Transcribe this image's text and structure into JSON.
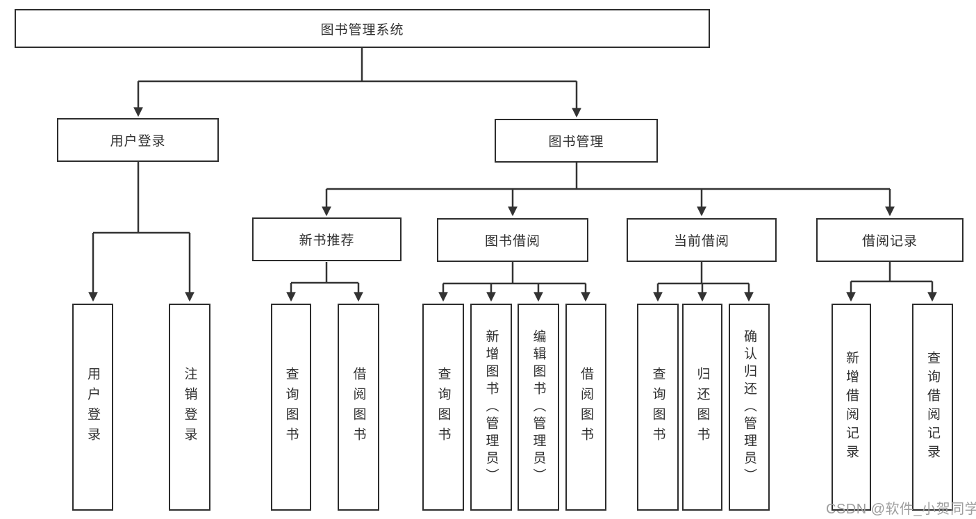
{
  "diagram": {
    "type": "hierarchy",
    "colors": {
      "line": "#333333",
      "box_border": "#2d2d2d",
      "text": "#2f2f2f",
      "watermark": "#9e9e9e",
      "background": "#ffffff"
    },
    "watermark": "CSDN @软件_小贺同学",
    "tree": {
      "label": "图书管理系统",
      "children": [
        {
          "label": "用户登录",
          "children": [
            {
              "label": "用户登录"
            },
            {
              "label": "注销登录"
            }
          ]
        },
        {
          "label": "图书管理",
          "children": [
            {
              "label": "新书推荐",
              "children": [
                {
                  "label": "查询图书"
                },
                {
                  "label": "借阅图书"
                }
              ]
            },
            {
              "label": "图书借阅",
              "children": [
                {
                  "label": "查询图书"
                },
                {
                  "label": "新增图书（管理员）"
                },
                {
                  "label": "编辑图书（管理员）"
                },
                {
                  "label": "借阅图书"
                }
              ]
            },
            {
              "label": "当前借阅",
              "children": [
                {
                  "label": "查询图书"
                },
                {
                  "label": "归还图书"
                },
                {
                  "label": "确认归还（管理员）"
                }
              ]
            },
            {
              "label": "借阅记录",
              "children": [
                {
                  "label": "新增借阅记录"
                },
                {
                  "label": "查询借阅记录"
                }
              ]
            }
          ]
        }
      ]
    }
  }
}
